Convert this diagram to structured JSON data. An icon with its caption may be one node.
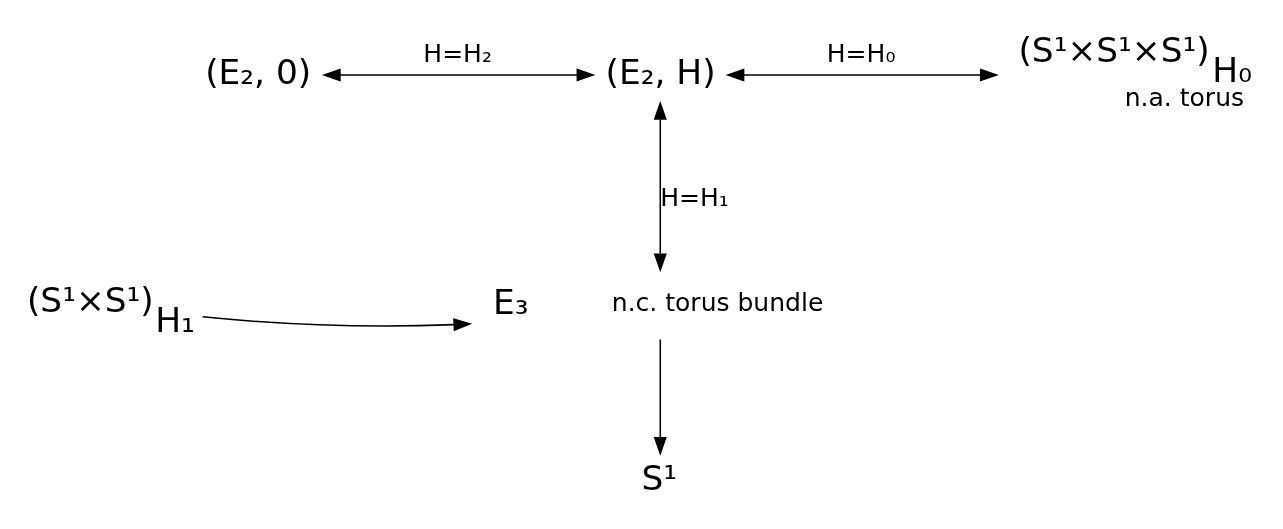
{
  "diagram": {
    "nodes": [
      {
        "text": [
          "(E₂, 0)"
        ]
      },
      {
        "text": [
          "(E₂, H)"
        ]
      },
      {
        "text": [
          "(S¹×S¹×S¹)$_{H₀}$"
        ],
        "beside": [
          "n.a. torus"
        ]
      },
      {
        "text": [
          "(S¹×S¹)$_{H₁}$"
        ]
      },
      {
        "text": [
          "E₃"
        ],
        "beside": [
          "n.c. torus bundle"
        ]
      },
      {
        "text": [
          "S¹"
        ]
      }
    ],
    "edges": [
      {
        "from": 0,
        "to": 1,
        "arrow": "both",
        "label": "H=H₂"
      },
      {
        "from": 1,
        "to": 2,
        "arrow": "both",
        "label": "H=H₀"
      },
      {
        "from": 1,
        "to": 4,
        "arrow": "both",
        "label": "H=H₁"
      },
      {
        "from": 3,
        "to": 4,
        "arrow": "to"
      },
      {
        "from": 4,
        "to": 5,
        "arrow": "to"
      }
    ]
  }
}
